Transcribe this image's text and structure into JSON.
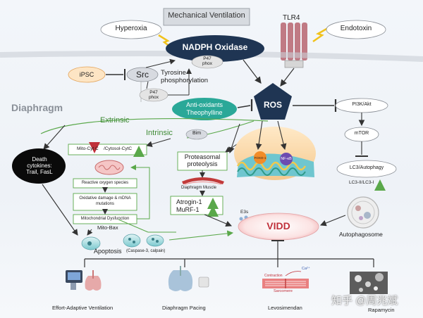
{
  "title": "Mechanical Ventilation",
  "triggers": {
    "hyperoxia": "Hyperoxia",
    "endotoxin": "Endotoxin",
    "tlr4": "TLR4"
  },
  "nadph": {
    "label": "NADPH Oxidase",
    "p47_label": "P47\nphox"
  },
  "ipsc": "iPSC",
  "src": "Src",
  "tyrosine": "Tyrosine\nphosphorylation",
  "p47_small": "P47\nphox",
  "antioxidants": "Anti-oxidants\nTheophylline",
  "ros": "ROS",
  "diaphragm": "Diaphragm",
  "extrinsic": "Extrinsic",
  "intrinsic": "Intrinsic",
  "bim": "Bim",
  "death_cytokines": "Death\ncytokines:\nTrail, FasL",
  "mito_cyt": {
    "left": "Mito-Cyt C",
    "right": "/Cytosol-CytC"
  },
  "mito_chain": [
    "Reactive oxygen species",
    "Oxidative damage & mDNA\nmutations",
    "Mitochondrial Dysfunction"
  ],
  "mito_bax": "Mito-Bax",
  "apoptosis": {
    "main": "Apoptosis",
    "detail": "(Caspase-3, calpain)"
  },
  "proteasomal": "Proteasomal\nproteolysis",
  "diaphragm_muscle": "Diaphragm Muscle",
  "atrogin": "Atrogin-1",
  "murf": "MuRF-1",
  "nucleus": {
    "foxo": "FOXO-1",
    "nfkb": "NF-κB"
  },
  "e3s": "E3s",
  "vidd": "VIDD",
  "pathway": {
    "pi3k": "PI3K/Akt",
    "mtor": "mTOR",
    "lc3": "LC3/Autophagy",
    "lc3_ratio": "LC3-II/LC3-I"
  },
  "autophagosome": "Autophagosome",
  "therapies": {
    "effort": "Effort-Adaptive  Ventilation",
    "pacing": "Diaphragm Pacing",
    "levo": "Levosimendan",
    "rapa": "Rapamycin"
  },
  "levo_labels": {
    "contraction": "Contraction",
    "ca": "Ca²⁺",
    "sarcomere": "Sarcomere"
  },
  "watermark": "知乎 @周兆斌",
  "colors": {
    "nadph": "#1f3553",
    "ros": "#1f3553",
    "antioxidant": "#2aa898",
    "vidd_text": "#c0303a",
    "green_arrow": "#5aa84a",
    "red_arrow": "#d0453d"
  }
}
